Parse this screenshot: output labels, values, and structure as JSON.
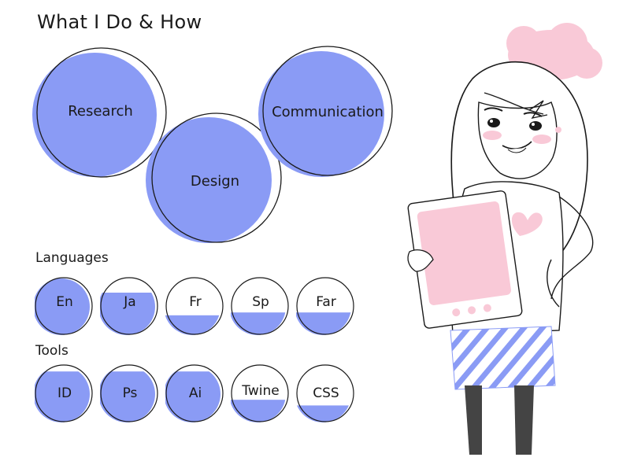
{
  "heading": "What I Do & How",
  "big_circles": [
    {
      "label": "Research"
    },
    {
      "label": "Design"
    },
    {
      "label": "Communication"
    }
  ],
  "languages": {
    "label": "Languages",
    "items": [
      {
        "label": "En",
        "level": 1.0
      },
      {
        "label": "Ja",
        "level": 0.75
      },
      {
        "label": "Fr",
        "level": 0.35
      },
      {
        "label": "Sp",
        "level": 0.4
      },
      {
        "label": "Far",
        "level": 0.4
      }
    ]
  },
  "tools": {
    "label": "Tools",
    "items": [
      {
        "label": "ID",
        "level": 0.9
      },
      {
        "label": "Ps",
        "level": 0.9
      },
      {
        "label": "Ai",
        "level": 0.9
      },
      {
        "label": "Twine",
        "level": 0.4
      },
      {
        "label": "CSS",
        "level": 0.3
      }
    ]
  },
  "colors": {
    "fill": "#8a9bf5",
    "stroke": "#1a1a1a",
    "pink": "#f9c9d7",
    "legs": "#444444"
  },
  "illustration_icon": "girl-holding-tablet-icon"
}
